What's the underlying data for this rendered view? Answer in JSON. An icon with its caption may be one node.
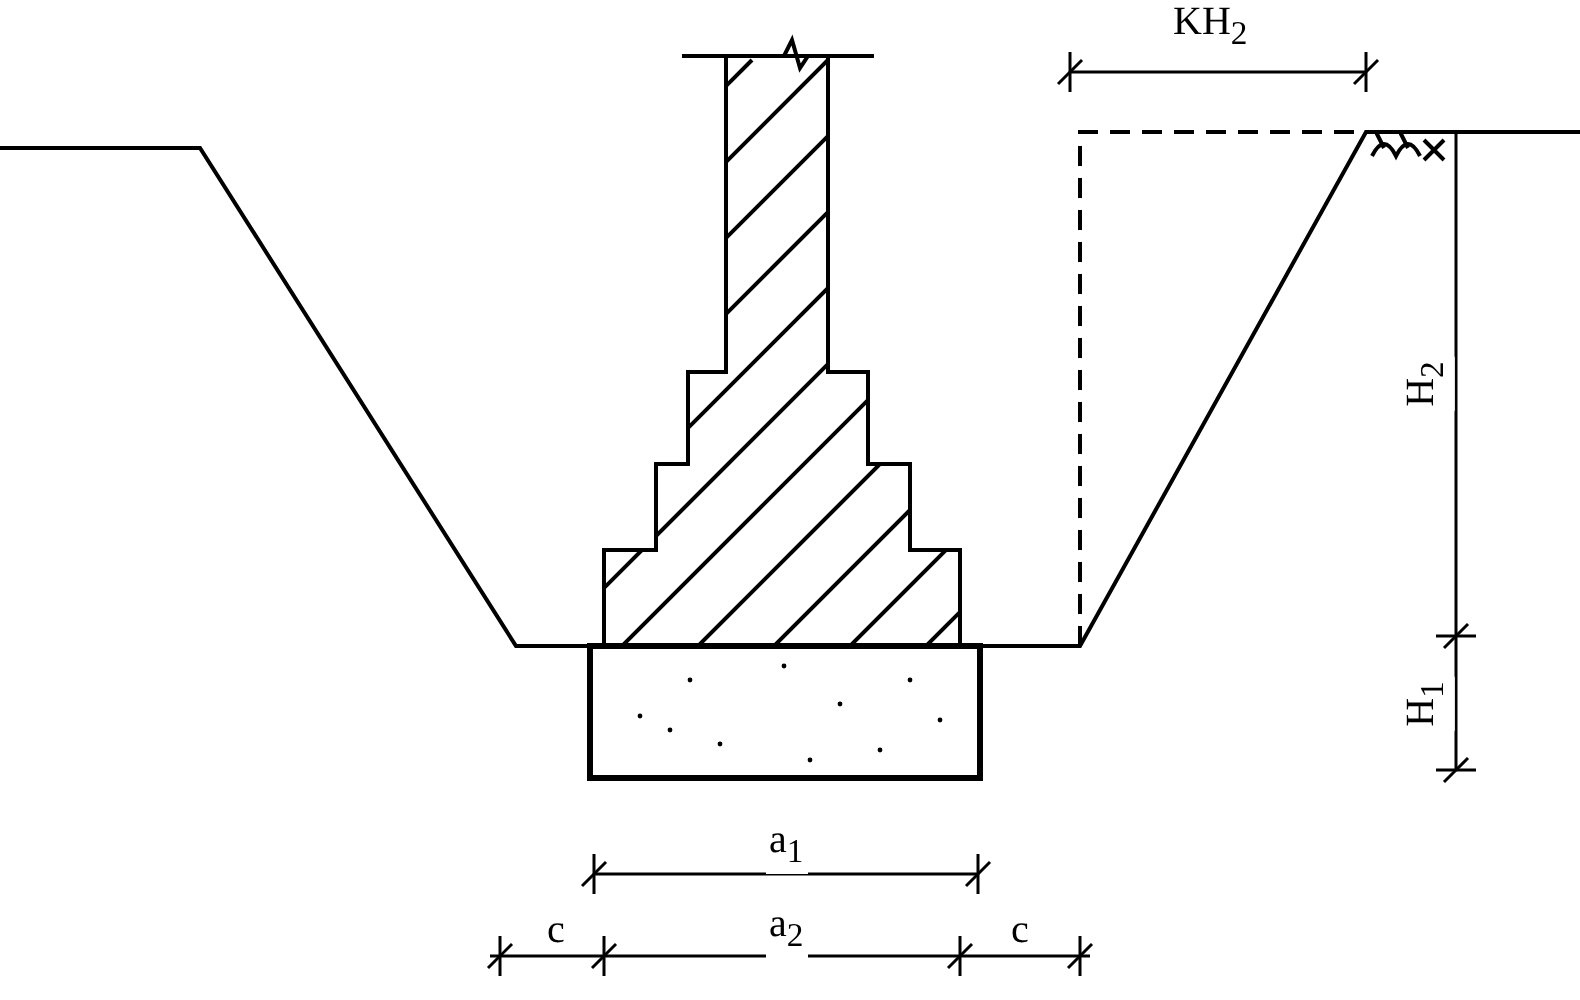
{
  "diagram": {
    "labels": [
      "KH$_{2}$",
      "H$_{2}$",
      "H$_{1}$",
      "a$_{1}$",
      "c",
      "a$_{2}$",
      "c"
    ]
  }
}
